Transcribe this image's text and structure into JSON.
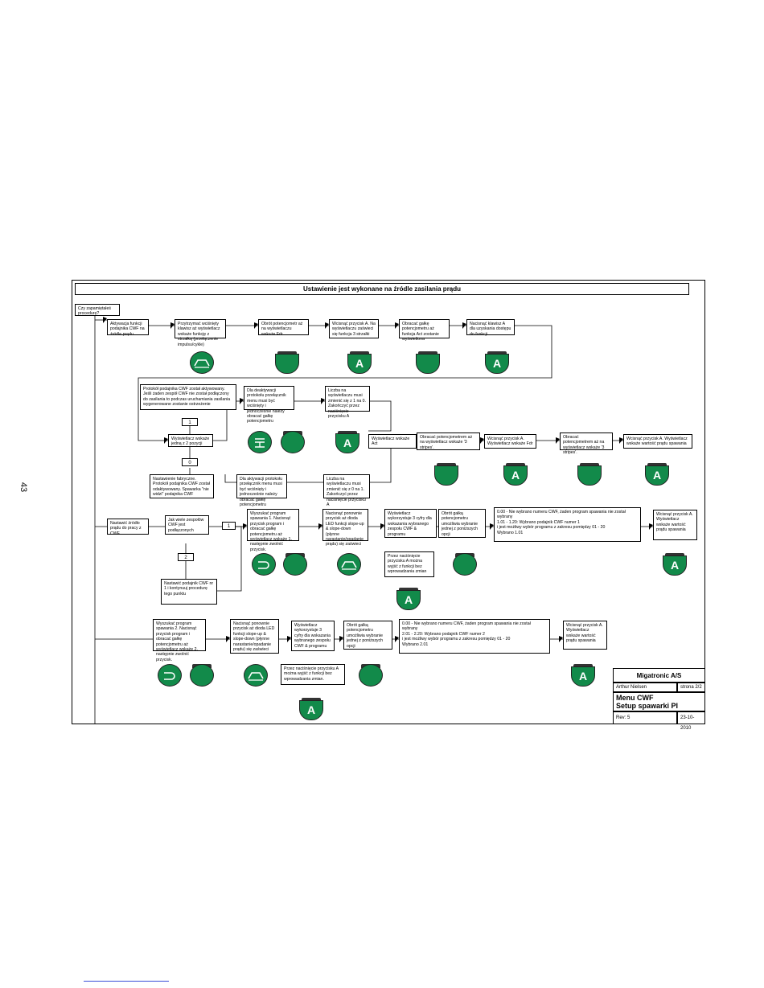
{
  "page_number": "43",
  "title": "Ustawienie jest wykonane na źródle zasilania prądu",
  "start": {
    "question": "Czy zapamiętałeś procedurę?"
  },
  "row1": [
    "Aktywacja funkcji podajnika CWF na źródle prądu",
    "Przytrzymać wciśnięty klawisz aż wyświetlacz wskaże funkcję z strzałką (przełączenie impulsu/cykle)",
    "Obrót potencjometr aż na wyświetlaczu wskaże Fdr",
    "Wcisnąć przycisk A. Na wyświetlaczu zaświeci się funkcja 3 strzałki",
    "Obracać gałkę potencjometru aż funkcja Act zostanie wyświetlona",
    "Nacisnąć klawisz A dla uzyskania dostępu do funkcji"
  ],
  "row2": {
    "protocol_active": "Protokół podajnika CWF został aktywowany. Jeśli żaden zespół CWF nie został podłączony do zasilania to podczas uruchamiania zasilania wygenerowane zostanie ostrzeżenie",
    "deactivate": "Dla deaktywacji protokołu przełącznik menu musi być wciśnięty i jednocześnie należy obracać gałkę potencjometru",
    "count_1_to_0": "Liczba na wyświetlaczu musi zmienić się z 1 na 0. Zakończyć przez naciśnięcie przycisku A",
    "display_choice": "Wyświetlacz wskaże jedną z 2 pozycji",
    "option_1": "1",
    "option_0": "0",
    "factory_setting": "Nastawienie fabryczne. Protokół podajnika CWF został odaktywowany. Spawarka \"nie widzi\" podajnika CWF",
    "activate": "Dla aktywacji protokołu przełącznik menu musi być wciśnięty i jednocześnie należy obracać gałkę potencjometru",
    "count_0_to_1": "Liczba na wyświetlaczu musi zmienić się z 0 na 1. Zakończyć przez naciśnięcie przycisku A",
    "display_act": "Wyświetlacz wskaże Act",
    "rotate_3_stripes": "Obracać potencjometrem aż na wyświetlacz wskaże '3 stripes'.",
    "press_a_fdr": "Wcisnąć przycisk A. Wyświetlacz wskaże Fdr",
    "rotate_3_stripes_2": "Obracać potencjometrem aż na wyświetlacz wskaże '3 stripes'.",
    "press_a_return": "Wcisnąć przycisk A. Wyświetlacz wskaże wartość prądu spawania"
  },
  "row3": {
    "set_source": "Nastawić źródło prądu do pracy z CWF",
    "how_many": "Jak wiele zespołów CWF jest podłączonych",
    "choice_1": "1",
    "choice_2": "2",
    "select_program": "Wyszukać program spawania 1. Nacisnąć przycisk program i obracać gałkę potencjometru aż wyświetlacz wskaże 1, następnie zwolnić przycisk.",
    "press_led": "Nacisnąć ponownie przycisk aż dioda LED funkcji slope-up & slope-down (płynne narastanie/opadanie prądu) się zaświeci",
    "display_3_digits": "Wyświetlacz wykorzystuje 3 cyfry dla wskazania wybranego zespołu CWF & programu",
    "rotate_knob": "Obrót gałką potencjometru umożliwia wybranie jednej z poniższych opcji",
    "options": "0.00 - Nie wybrano numeru CWF, żaden program spawania nie został wybrany\n1.01 - 1.20: Wybrano podajnik CWF numer 1\n           i jest możliwy wybór programu z zakresu pomiędzy 01 - 20\nWybrano 1.01",
    "press_a_end": "Wcisnąć przycisk A. Wyświetlacz wskaże wartość prądu spawania",
    "exit_note": "Przez naciśnięcie przycisku A można wyjść z funkcji bez wprowadzania zmian",
    "set_cwf1": "Nastawić podajnik CWF nr 1 i kontynuuj procedurę tego punktu"
  },
  "row4": {
    "select_program_2": "Wyszukać program spawania 2. Nacisnąć przycisk program i obracać gałkę potencjometru aż wyświetlacz wskaże 2, następnie zwolnić przycisk.",
    "press_led_2": "Nacisnąć ponownie przycisk aż dioda LED funkcji slope-up & slope-down (płynne narastanie/opadanie prądu) się zaświeci",
    "display_3_digits_2": "Wyświetlacz wykorzystuje 3 cyfry dla wskazania wybranego zespołu CWF & programu",
    "rotate_knob_2": "Obrót gałką potencjometru umożliwia wybranie jednej z poniższych opcji",
    "options_2": "0.00 - Nie wybrano numeru CWF, żaden program spawania nie został wybrany\n2.01 - 2.20: Wybrano podajnik CWF numer 2\n           i jest możliwy wybór programu z zakresu pomiędzy 01 - 20\nWybrano 2.01",
    "press_a_end_2": "Wcisnąć przycisk A. Wyświetlacz wskaże wartość prądu spawania",
    "exit_note_2": "Przez naciśnięcie przycisku A można wyjść z funkcji bez wprowadzania zmian."
  },
  "button_label": "A",
  "colors": {
    "button_green": "#128a4a",
    "button_cap": "#333333",
    "rule": "#3a4ed8"
  },
  "title_block": {
    "company": "Migatronic A/S",
    "author": "Arthur Nielsen",
    "page": "strona 2/2",
    "document_line1": "Menu CWF",
    "document_line2": "Setup spawarki PI",
    "revision": "Rev: 5",
    "date": "23-10-2010"
  }
}
